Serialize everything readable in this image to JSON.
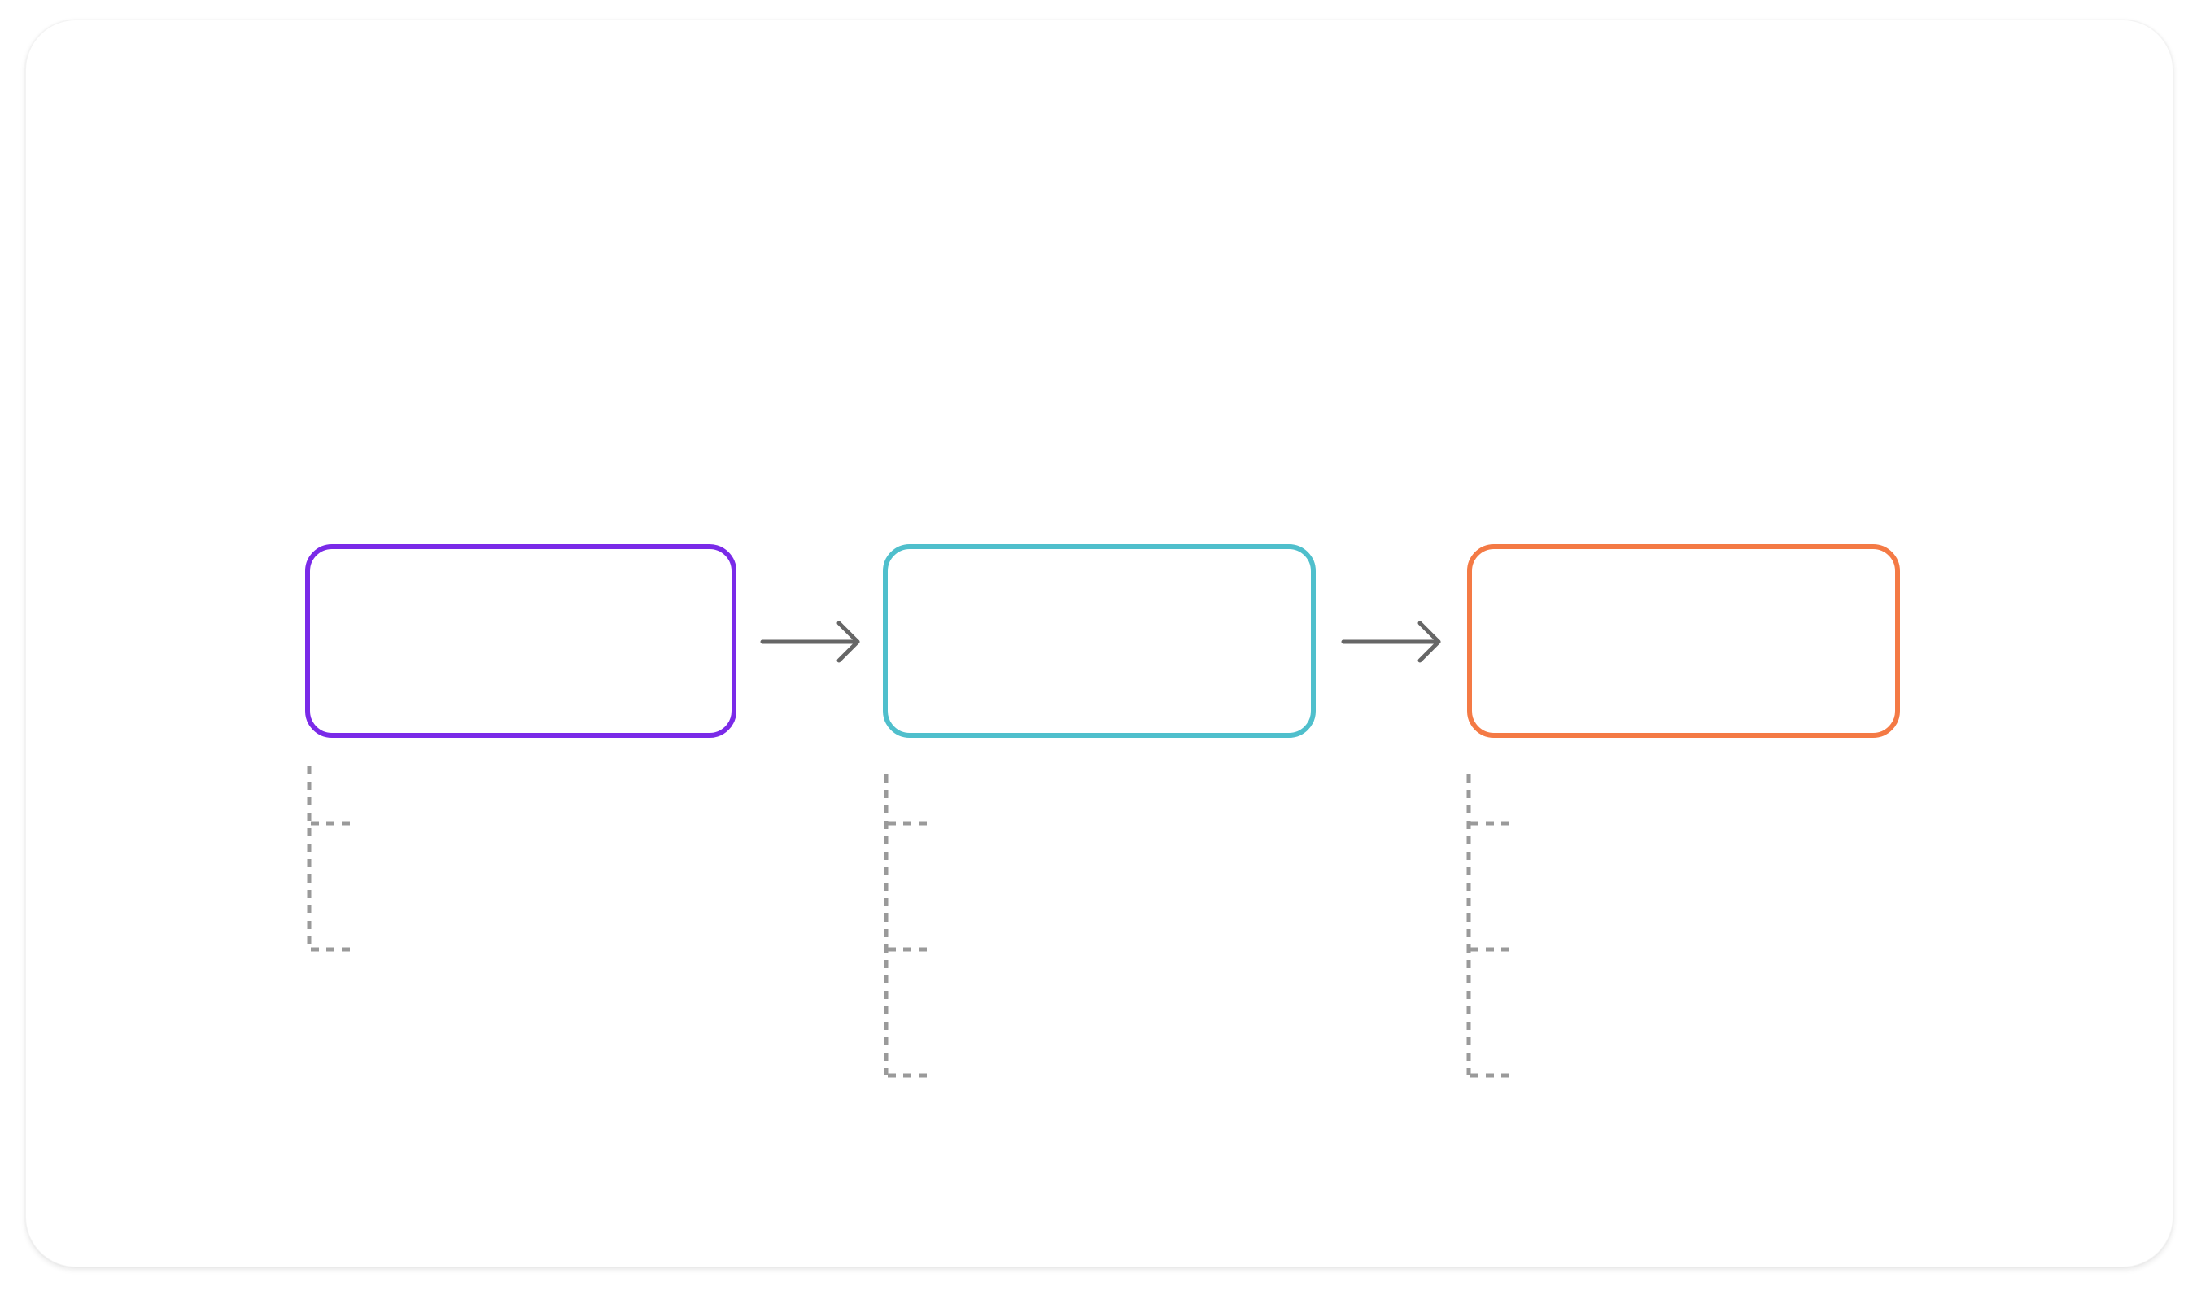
{
  "diagram": {
    "steps": [
      {
        "id": "step-1",
        "color": "#7a2ae8",
        "branch_count": 2
      },
      {
        "id": "step-2",
        "color": "#4fbfcc",
        "branch_count": 3
      },
      {
        "id": "step-3",
        "color": "#f47a45",
        "branch_count": 3
      }
    ],
    "arrow_color": "#666666",
    "connector_color": "#9a9a9a"
  }
}
